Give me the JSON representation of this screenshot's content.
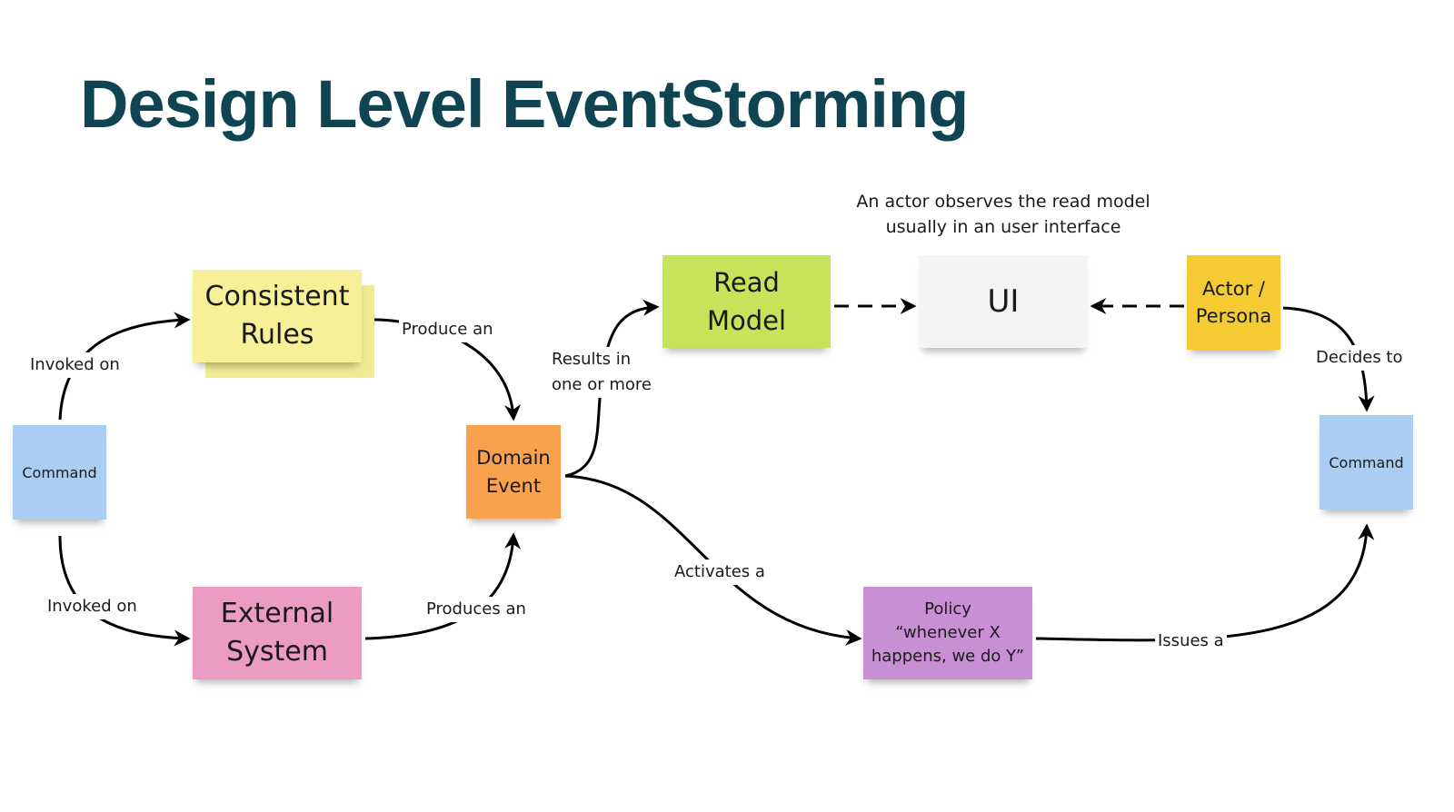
{
  "title": "Design Level EventStorming",
  "observe_caption": {
    "line1": "An actor observes the read model",
    "line2": "usually in an user interface"
  },
  "notes": {
    "consistent_rules": {
      "line1": "Consistent",
      "line2": "Rules",
      "color": "#f7f098"
    },
    "external_system": {
      "line1": "External",
      "line2": "System",
      "color": "#ec9cc3"
    },
    "command_left": {
      "label": "Command",
      "color": "#a9cdf3"
    },
    "command_right": {
      "label": "Command",
      "color": "#a9cdf3"
    },
    "domain_event": {
      "line1": "Domain",
      "line2": "Event",
      "color": "#f9a24e"
    },
    "read_model": {
      "line1": "Read",
      "line2": "Model",
      "color": "#c6e35a"
    },
    "ui": {
      "label": "UI",
      "color": "#f3f4f6"
    },
    "actor": {
      "line1": "Actor /",
      "line2": "Persona",
      "color": "#f5cb34"
    },
    "policy": {
      "line1": "Policy",
      "line2": "“whenever X",
      "line3": "happens, we do Y”",
      "color": "#c98fd4"
    }
  },
  "edge_labels": {
    "invoked_on_top": "Invoked on",
    "invoked_on_bottom": "Invoked on",
    "produce_an": "Produce an",
    "produces_an": "Produces an",
    "results_in_line1": "Results in",
    "results_in_line2": "one or more",
    "activates_a": "Activates a",
    "decides_to": "Decides to",
    "issues_a": "Issues a"
  }
}
